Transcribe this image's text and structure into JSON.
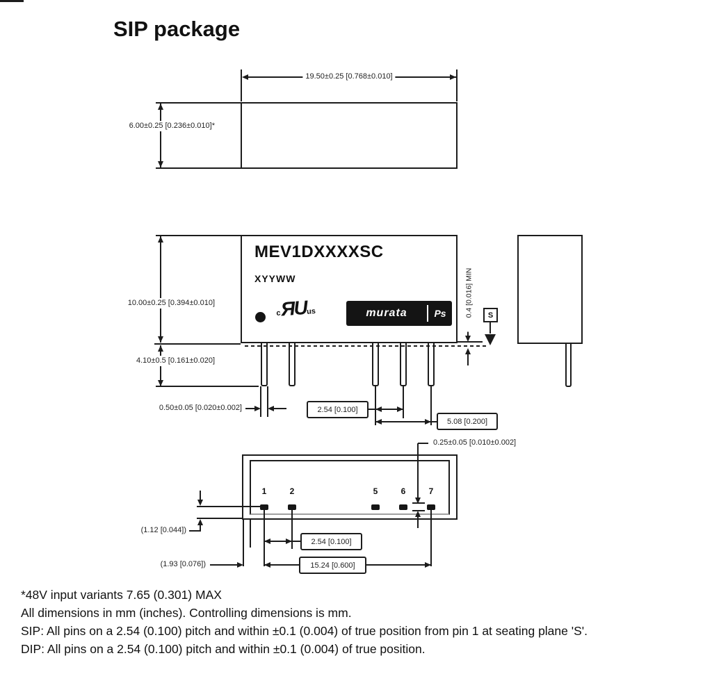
{
  "title": "SIP package",
  "front_marking": {
    "part_number": "MEV1DXXXXSC",
    "date_code": "XYYWW",
    "ul_prefix": "c",
    "ul_mark": "ЯU",
    "ul_suffix": "us",
    "brand": "murata",
    "brand_mark": "Ps"
  },
  "dims": {
    "width": "19.50±0.25 [0.768±0.010]",
    "depth": "6.00±0.25 [0.236±0.010]*",
    "height": "10.00±0.25 [0.394±0.010]",
    "pin_length": "4.10±0.5 [0.161±0.020]",
    "pin_width": "0.50±0.05 [0.020±0.002]",
    "pitch_front": "2.54 [0.100]",
    "span_front": "5.08 [0.200]",
    "standoff_min": "0.4 [0.016] MIN",
    "seating": "S",
    "pin_thickness": "0.25±0.05 [0.010±0.002]",
    "row_offset": "(1.12 [0.044])",
    "pin1_offset": "(1.93 [0.076])",
    "pitch_bottom": "2.54 [0.100]",
    "row_span": "15.24 [0.600]"
  },
  "bottom_pins": [
    "1",
    "2",
    "5",
    "6",
    "7"
  ],
  "notes": [
    "*48V input variants 7.65 (0.301) MAX",
    "All dimensions in mm (inches). Controlling dimensions is mm.",
    "SIP: All pins on a 2.54 (0.100) pitch and within ±0.1 (0.004) of true position from pin 1 at seating plane 'S'.",
    "DIP: All pins on a 2.54 (0.100) pitch and within ±0.1 (0.004) of true position."
  ]
}
